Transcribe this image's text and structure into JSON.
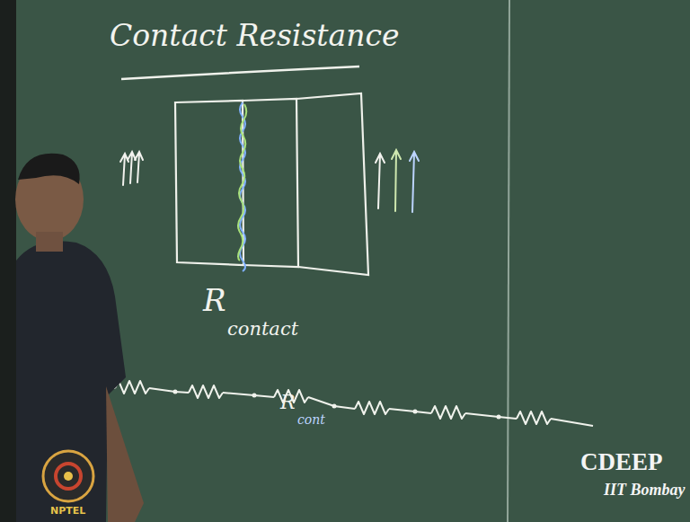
{
  "diagram": {
    "title": "Contact Resistance",
    "labels": [
      "R",
      "contact",
      "R",
      "cont",
      "CDEEP",
      "IIT Bombay",
      "NPTEL"
    ]
  }
}
